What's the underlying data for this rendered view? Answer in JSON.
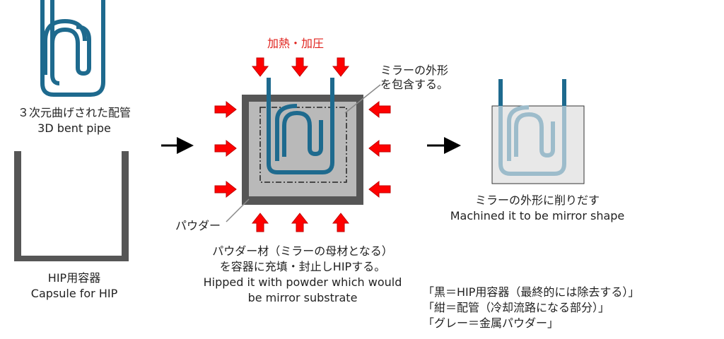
{
  "colors": {
    "pipe": "#1e6a8e",
    "pipe_light": "#9dbccb",
    "container_dark": "#565656",
    "powder_gray": "#b9b9b9",
    "arrow_red": "#ff0000",
    "arrow_black": "#000000",
    "mirror_fill": "#e8e8e8",
    "label_red": "#e0201b"
  },
  "step1": {
    "pipe_label_jp": "３次元曲げされた配管",
    "pipe_label_en": "3D bent pipe",
    "capsule_label_jp": "HIP用容器",
    "capsule_label_en": "Capsule for HIP"
  },
  "step2": {
    "heat_label": "加熱・加圧",
    "mirror_note_line1": "ミラーの外形",
    "mirror_note_line2": "を包含する。",
    "powder_callout": "パウダー",
    "caption_line1": "パウダー材（ミラーの母材となる）",
    "caption_line2": "を容器に充填・封止しHIPする。",
    "caption_line3": "Hipped it with powder which would",
    "caption_line4": "be mirror substrate"
  },
  "step3": {
    "caption_jp": "ミラーの外形に削りだす",
    "caption_en": "Machined it to be mirror shape"
  },
  "legend": {
    "line1": "「黒＝HIP用容器（最終的には除去する）」",
    "line2": "「紺＝配管（冷却流路になる部分）」",
    "line3": "「グレー＝金属パウダー」"
  }
}
